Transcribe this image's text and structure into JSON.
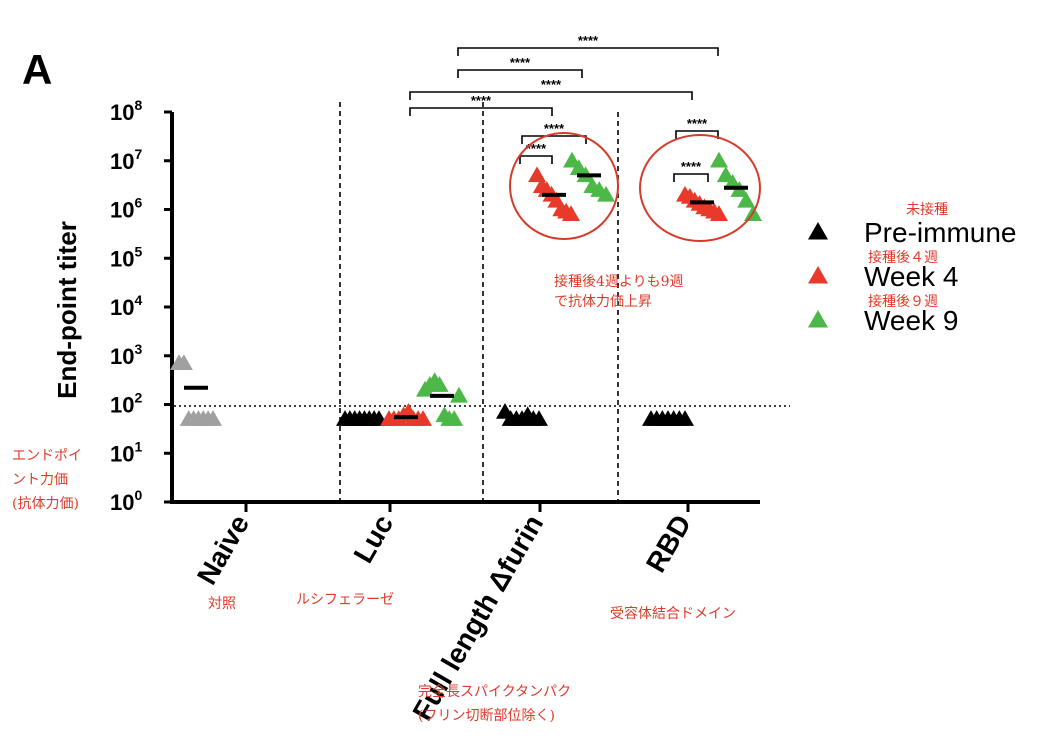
{
  "panel_label": "A",
  "chart_data": {
    "type": "scatter",
    "scale": "log10",
    "ylabel": "End-point titer",
    "ylim_exponent": [
      0,
      8
    ],
    "yticks": [
      {
        "base": "10",
        "exp": "0"
      },
      {
        "base": "10",
        "exp": "1"
      },
      {
        "base": "10",
        "exp": "2"
      },
      {
        "base": "10",
        "exp": "3"
      },
      {
        "base": "10",
        "exp": "4"
      },
      {
        "base": "10",
        "exp": "5"
      },
      {
        "base": "10",
        "exp": "6"
      },
      {
        "base": "10",
        "exp": "7"
      },
      {
        "base": "10",
        "exp": "8"
      }
    ],
    "detection_limit": 100,
    "categories": [
      "Naive",
      "Luc",
      "Full length Δfurin",
      "RBD"
    ],
    "legend": [
      {
        "key": "pre",
        "label": "Pre-immune",
        "color": "#000000"
      },
      {
        "key": "w4",
        "label": "Week 4",
        "color": "#e8392b"
      },
      {
        "key": "w9",
        "label": "Week 9",
        "color": "#4cb848"
      }
    ],
    "groups": [
      {
        "category": "Naive",
        "series": "naive",
        "color": "#a0a0a0",
        "values": [
          700,
          700,
          50,
          50,
          50,
          50,
          50,
          50
        ],
        "mean": 220
      },
      {
        "category": "Luc",
        "series": "pre",
        "color": "#000000",
        "values": [
          50,
          50,
          50,
          50,
          50,
          50,
          50,
          50
        ],
        "mean": 50
      },
      {
        "category": "Luc",
        "series": "w4",
        "color": "#e8392b",
        "values": [
          50,
          50,
          50,
          60,
          70,
          50,
          50,
          50
        ],
        "mean": 55
      },
      {
        "category": "Luc",
        "series": "w9",
        "color": "#4cb848",
        "values": [
          200,
          250,
          300,
          250,
          60,
          50,
          50,
          150
        ],
        "mean": 150
      },
      {
        "category": "Full length Δfurin",
        "series": "pre",
        "color": "#000000",
        "values": [
          70,
          50,
          50,
          50,
          60,
          50,
          50
        ],
        "mean": 50
      },
      {
        "category": "Full length Δfurin",
        "series": "w4",
        "color": "#e8392b",
        "values": [
          5000000,
          3000000,
          2500000,
          2000000,
          1500000,
          1000000,
          900000,
          800000
        ],
        "mean": 2000000
      },
      {
        "category": "Full length Δfurin",
        "series": "w9",
        "color": "#4cb848",
        "values": [
          10000000,
          7000000,
          5000000,
          3000000,
          2500000,
          2000000
        ],
        "mean": 5000000
      },
      {
        "category": "RBD",
        "series": "pre",
        "color": "#000000",
        "values": [
          50,
          50,
          50,
          50,
          50,
          50,
          50
        ],
        "mean": 50
      },
      {
        "category": "RBD",
        "series": "w4",
        "color": "#e8392b",
        "values": [
          2000000,
          1800000,
          1500000,
          1300000,
          1100000,
          1000000,
          900000,
          800000
        ],
        "mean": 1400000
      },
      {
        "category": "RBD",
        "series": "w9",
        "color": "#4cb848",
        "values": [
          10000000,
          5000000,
          3500000,
          2500000,
          1500000,
          800000
        ],
        "mean": 2800000
      }
    ],
    "significance": [
      {
        "from": "Luc-w9",
        "to": "Full-w9",
        "label": "****"
      },
      {
        "from": "Luc-w9",
        "to": "Full-w4",
        "label": "****"
      },
      {
        "from": "Luc-w4",
        "to": "RBD-w9",
        "label": "****"
      },
      {
        "from": "Luc-w4",
        "to": "Full-pre",
        "label": "****"
      },
      {
        "from": "Full-w4",
        "to": "Full-w9",
        "label": "****"
      },
      {
        "from": "Full-pre",
        "to": "Full-w4",
        "label": "****"
      },
      {
        "from": "RBD-w4",
        "to": "RBD-w9",
        "label": "****"
      },
      {
        "from": "RBD-pre",
        "to": "RBD-w4",
        "label": "****"
      }
    ]
  },
  "annotations": {
    "ylabel_jp": [
      "エンドポイ",
      "ント力価",
      "(抗体力価)"
    ],
    "naive_jp": "対照",
    "luc_jp": "ルシフェラーゼ",
    "full_jp": [
      "完全長スパイクタンパク",
      "(フリン切断部位除く)"
    ],
    "rbd_jp": "受容体結合ドメイン",
    "pre_jp": "未接種",
    "w4_jp": "接種後４週",
    "w9_jp": "接種後９週",
    "note_jp": [
      "接種後4週よりも9週",
      "で抗体力価上昇"
    ]
  }
}
